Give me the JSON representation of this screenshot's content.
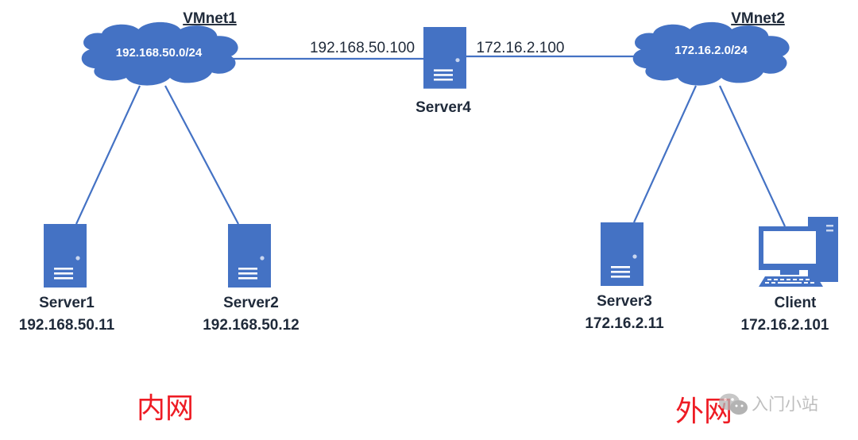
{
  "networks": {
    "vmnet1": {
      "title": "VMnet1",
      "subnet": "192.168.50.0/24"
    },
    "vmnet2": {
      "title": "VMnet2",
      "subnet": "172.16.2.0/24"
    }
  },
  "router": {
    "name": "Server4",
    "left_ip": "192.168.50.100",
    "right_ip": "172.16.2.100"
  },
  "hosts": {
    "server1": {
      "name": "Server1",
      "ip": "192.168.50.11"
    },
    "server2": {
      "name": "Server2",
      "ip": "192.168.50.12"
    },
    "server3": {
      "name": "Server3",
      "ip": "172.16.2.11"
    },
    "client": {
      "name": "Client",
      "ip": "172.16.2.101"
    }
  },
  "zones": {
    "inner": "内网",
    "outer": "外网"
  },
  "watermark": {
    "text": "入门小站"
  },
  "colors": {
    "accent": "#4472c4",
    "zone_label": "#ee1c24",
    "text": "#1f2a3a"
  },
  "icons": {
    "cloud": "cloud-icon",
    "server": "server-tower-icon",
    "client": "desktop-computer-icon",
    "watermark": "wechat-icon"
  }
}
